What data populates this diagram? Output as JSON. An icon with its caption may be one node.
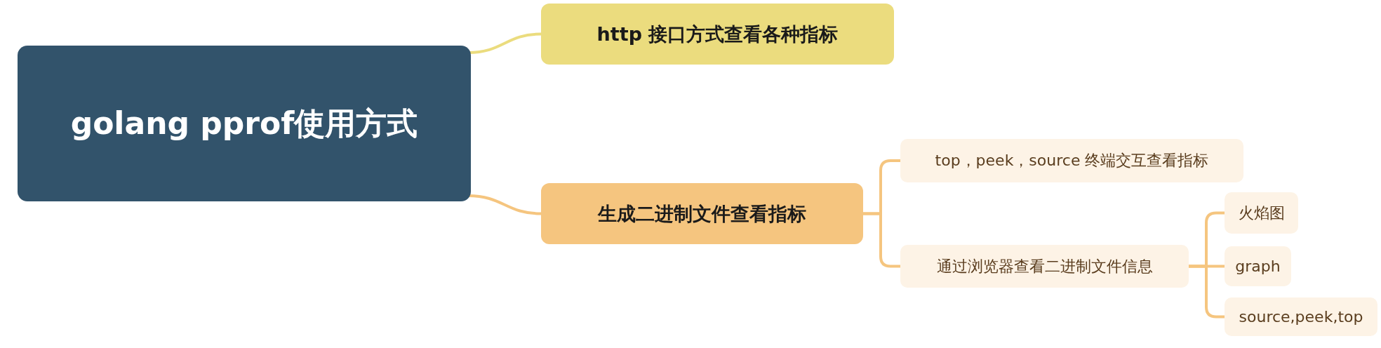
{
  "diagram": {
    "nodes": [
      {
        "text": [
          "golang pprof使用方式"
        ]
      },
      {
        "text": [
          "http 接口方式查看各种指标"
        ]
      },
      {
        "text": [
          "生成二进制文件查看指标"
        ]
      },
      {
        "text": [
          "top，peek，source 终端交互查看指标"
        ]
      },
      {
        "text": [
          "通过浏览器查看二进制文件信息"
        ]
      },
      {
        "text": [
          "火焰图"
        ]
      },
      {
        "text": [
          "graph"
        ]
      },
      {
        "text": [
          "source,peek,top"
        ]
      }
    ],
    "edges": [
      {
        "from": 0,
        "to": 1,
        "arrow": "none",
        "color": "#ebdc7e"
      },
      {
        "from": 0,
        "to": 2,
        "arrow": "none"
      },
      {
        "from": 2,
        "to": 3,
        "arrow": "none"
      },
      {
        "from": 2,
        "to": 4,
        "arrow": "none"
      },
      {
        "from": 4,
        "to": 5,
        "arrow": "none"
      },
      {
        "from": 4,
        "to": 6,
        "arrow": "none"
      },
      {
        "from": 4,
        "to": 7,
        "arrow": "none"
      }
    ]
  }
}
